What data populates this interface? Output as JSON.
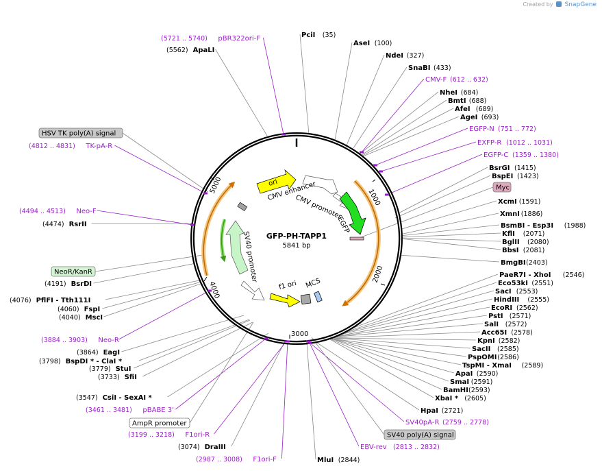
{
  "brand": {
    "text": "Created by",
    "product": "SnapGene"
  },
  "plasmid": {
    "name": "GFP-PH-TAPP1",
    "length_label": "5841 bp"
  },
  "ticks": [
    "1000",
    "2000",
    "3000",
    "4000",
    "5000"
  ],
  "enzymes_right": [
    {
      "name": "PciI",
      "pos": "(35)"
    },
    {
      "name": "AseI",
      "pos": "(100)"
    },
    {
      "name": "NdeI",
      "pos": "(327)"
    },
    {
      "name": "SnaBI",
      "pos": "(433)"
    },
    {
      "name": "NheI",
      "pos": "(684)"
    },
    {
      "name": "BmtI",
      "pos": "(688)"
    },
    {
      "name": "AfeI",
      "pos": "(689)"
    },
    {
      "name": "AgeI",
      "pos": "(693)"
    },
    {
      "name": "BsrGI",
      "pos": "(1415)"
    },
    {
      "name": "BspEI",
      "pos": "(1423)"
    },
    {
      "name": "XcmI",
      "pos": "(1591)"
    },
    {
      "name": "XmnI",
      "pos": "(1886)"
    },
    {
      "name": "BsmBI  - Esp3I",
      "pos": "(1988)"
    },
    {
      "name": "KflI",
      "pos": "(2071)"
    },
    {
      "name": "BglII",
      "pos": "(2080)"
    },
    {
      "name": "BbsI",
      "pos": "(2081)"
    },
    {
      "name": "BmgBI",
      "pos": "(2403)"
    },
    {
      "name": "PaeR7I  - XhoI",
      "pos": "(2546)"
    },
    {
      "name": "Eco53kI",
      "pos": "(2551)"
    },
    {
      "name": "SacI",
      "pos": "(2553)"
    },
    {
      "name": "HindIII",
      "pos": "(2555)"
    },
    {
      "name": "EcoRI",
      "pos": "(2562)"
    },
    {
      "name": "PstI",
      "pos": "(2571)"
    },
    {
      "name": "SalI",
      "pos": "(2572)"
    },
    {
      "name": "Acc65I",
      "pos": "(2578)"
    },
    {
      "name": "KpnI",
      "pos": "(2582)"
    },
    {
      "name": "SacII",
      "pos": "(2585)"
    },
    {
      "name": "PspOMI",
      "pos": "(2586)"
    },
    {
      "name": "TspMI  - XmaI",
      "pos": "(2589)"
    },
    {
      "name": "ApaI",
      "pos": "(2590)"
    },
    {
      "name": "SmaI",
      "pos": "(2591)"
    },
    {
      "name": "BamHI",
      "pos": "(2593)"
    },
    {
      "name": "XbaI *",
      "pos": "(2605)"
    },
    {
      "name": "HpaI",
      "pos": "(2721)"
    },
    {
      "name": "MluI",
      "pos": "(2844)"
    }
  ],
  "enzymes_left": [
    {
      "name": "ApaLI",
      "pos": "(5562)"
    },
    {
      "name": "RsrII",
      "pos": "(4474)"
    },
    {
      "name": "BsrDI",
      "pos": "(4191)"
    },
    {
      "name": "PflFI  - Tth111I",
      "pos": "(4076)"
    },
    {
      "name": "FspI",
      "pos": "(4060)"
    },
    {
      "name": "MscI",
      "pos": "(4040)"
    },
    {
      "name": "EagI",
      "pos": "(3864)"
    },
    {
      "name": "BspDI *  - ClaI *",
      "pos": "(3798)"
    },
    {
      "name": "StuI",
      "pos": "(3779)"
    },
    {
      "name": "SfiI",
      "pos": "(3733)"
    },
    {
      "name": "CsiI  - SexAI *",
      "pos": "(3547)"
    },
    {
      "name": "DraIII",
      "pos": "(3074)"
    }
  ],
  "primers": [
    {
      "name": "pBR322ori-F",
      "pos": "(5721 .. 5740)"
    },
    {
      "name": "CMV-F",
      "pos": "(612 .. 632)"
    },
    {
      "name": "EGFP-N",
      "pos": "(751 .. 772)"
    },
    {
      "name": "EXFP-R",
      "pos": "(1012 .. 1031)"
    },
    {
      "name": "EGFP-C",
      "pos": "(1359 .. 1380)"
    },
    {
      "name": "TK-pA-R",
      "pos": "(4812 .. 4831)"
    },
    {
      "name": "Neo-F",
      "pos": "(4494 .. 4513)"
    },
    {
      "name": "Neo-R",
      "pos": "(3884 .. 3903)"
    },
    {
      "name": "pBABE 3'",
      "pos": "(3461 .. 3481)"
    },
    {
      "name": "F1ori-R",
      "pos": "(3199 .. 3218)"
    },
    {
      "name": "F1ori-F",
      "pos": "(2987 .. 3008)"
    },
    {
      "name": "SV40pA-R",
      "pos": "(2759 .. 2778)"
    },
    {
      "name": "EBV-rev",
      "pos": "(2813 .. 2832)"
    }
  ],
  "boxed_features": [
    {
      "name": "HSV TK poly(A) signal",
      "color": "#c8c8c8"
    },
    {
      "name": "Myc",
      "color": "#dca9bd"
    },
    {
      "name": "NeoR/KanR",
      "color": "#d3f5d3"
    },
    {
      "name": "AmpR promoter",
      "color": "#ffffff"
    },
    {
      "name": "SV40 poly(A) signal",
      "color": "#c8c8c8"
    }
  ],
  "inner_features": [
    {
      "name": "ori",
      "color": "#ffff00"
    },
    {
      "name": "CMV enhancer",
      "color": "#ffffff"
    },
    {
      "name": "CMV promoter",
      "color": "#ffffff"
    },
    {
      "name": "EGFP",
      "color": "#22dd22"
    },
    {
      "name": "SV40 promoter",
      "color": "#c8f5c8"
    },
    {
      "name": "f1 ori",
      "color": "#ffff00"
    },
    {
      "name": "MCS",
      "color": "#a8c8f0"
    }
  ],
  "colors": {
    "primer": "#9a1fc9",
    "orf": "#f0a030",
    "backbone": "#000000"
  }
}
